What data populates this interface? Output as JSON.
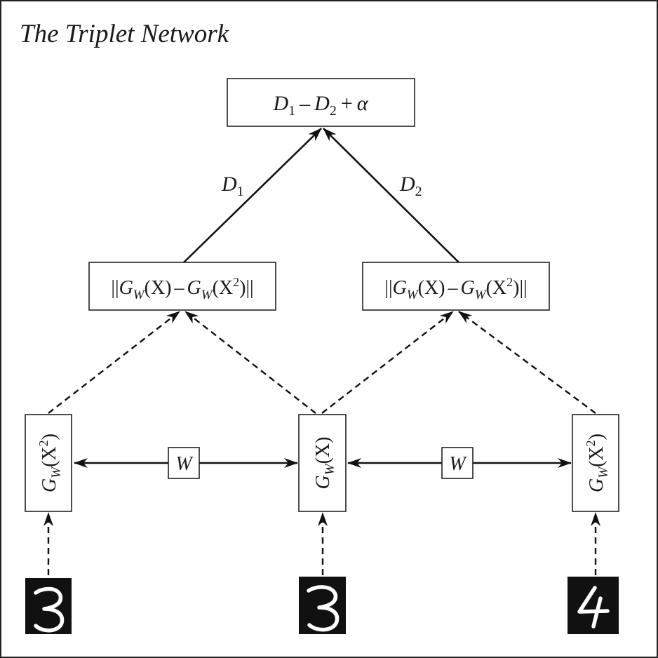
{
  "title": "The Triplet Network",
  "loss_node": {
    "D1": "D",
    "D1_sub": "1",
    "minus": "–",
    "D2": "D",
    "D2_sub": "2",
    "plus": "+",
    "alpha": "α"
  },
  "distance_nodes": [
    {
      "bars_l": "||",
      "G": "G",
      "W": "W",
      "arg1": "(X)",
      "minus": "–",
      "arg2_open": "(X",
      "sup": "2",
      "arg2_close": ")",
      "bars_r": "||"
    },
    {
      "bars_l": "||",
      "G": "G",
      "W": "W",
      "arg1": "(X)",
      "minus": "–",
      "arg2_open": "(X",
      "sup": "2",
      "arg2_close": ")",
      "bars_r": "||"
    }
  ],
  "edge_labels": {
    "d1": {
      "main": "D",
      "sub": "1"
    },
    "d2": {
      "main": "D",
      "sub": "2"
    }
  },
  "embed_nodes": [
    {
      "G": "G",
      "W": "W",
      "arg_open": "(X",
      "sup": "2",
      "arg_close": ")"
    },
    {
      "G": "G",
      "W": "W",
      "arg": "(X)"
    },
    {
      "G": "G",
      "W": "W",
      "arg_open": "(X",
      "sup": "2",
      "arg_close": ")"
    }
  ],
  "weight_labels": [
    "W",
    "W"
  ],
  "input_digits": [
    "3",
    "3",
    "4"
  ],
  "colors": {
    "stroke": "#111111",
    "box_border": "#222222",
    "digit_background": "#111111",
    "digit_ink": "#ffffff"
  }
}
